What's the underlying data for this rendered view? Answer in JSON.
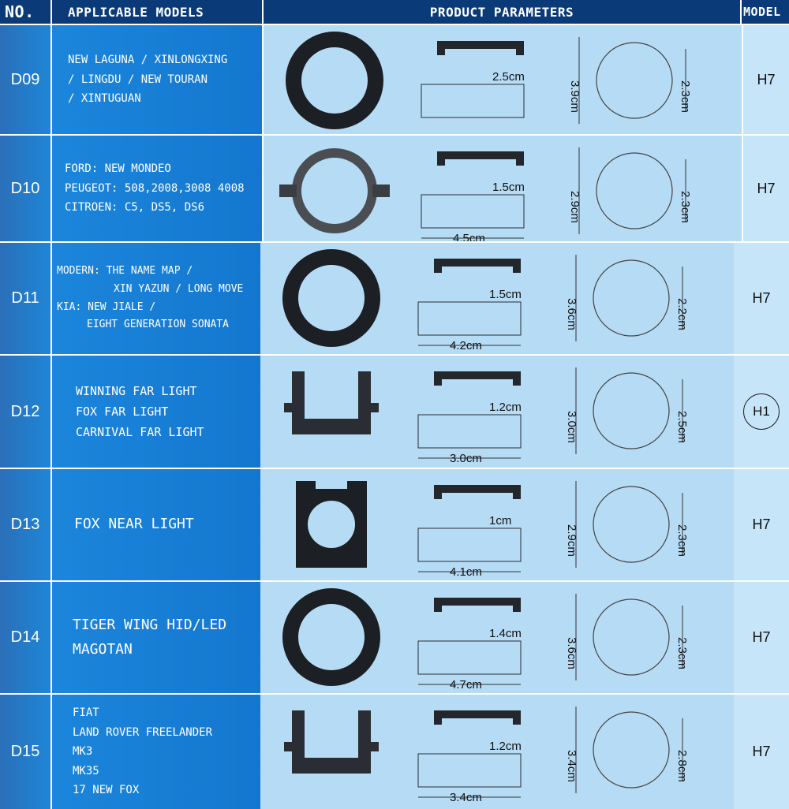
{
  "header": {
    "no": "NO.",
    "applicable_models": "APPLICABLE MODELS",
    "product_parameters": "PRODUCT PARAMETERS",
    "model": "MODEL"
  },
  "colors": {
    "header_bg": "#0a3a78",
    "models_bg": "#1b86db",
    "params_bg": "#b6dbf5"
  },
  "rows": [
    {
      "no": "D09",
      "models": [
        "NEW LAGUNA / XINLONGXING",
        "/ LINGDU / NEW TOURAN",
        "/ XINTUGUAN"
      ],
      "width": "2.5cm",
      "length": "",
      "height": "3.9cm",
      "diameter": "2.3cm",
      "model": "H7"
    },
    {
      "no": "D10",
      "models": [
        "FORD: NEW MONDEO",
        "PEUGEOT: 508,2008,3008 4008",
        "CITROEN: C5, DS5, DS6"
      ],
      "width": "1.5cm",
      "length": "4.5cm",
      "height": "2.9cm",
      "diameter": "2.3cm",
      "model": "H7"
    },
    {
      "no": "D11",
      "models": [
        "MODERN: THE NAME MAP /",
        "XIN YAZUN / LONG MOVE",
        "KIA: NEW JIALE /",
        "EIGHT GENERATION SONATA"
      ],
      "width": "1.5cm",
      "length": "4.2cm",
      "height": "3.6cm",
      "diameter": "2.2cm",
      "model": "H7"
    },
    {
      "no": "D12",
      "models": [
        "WINNING FAR LIGHT",
        "FOX FAR LIGHT",
        "CARNIVAL FAR LIGHT"
      ],
      "width": "1.2cm",
      "length": "3.0cm",
      "height": "3.0cm",
      "diameter": "2.5cm",
      "model": "H1"
    },
    {
      "no": "D13",
      "models": [
        "FOX NEAR LIGHT"
      ],
      "width": "1cm",
      "length": "4.1cm",
      "height": "2.9cm",
      "diameter": "2.3cm",
      "model": "H7"
    },
    {
      "no": "D14",
      "models": [
        "TIGER WING HID/LED",
        "MAGOTAN"
      ],
      "width": "1.4cm",
      "length": "4.7cm",
      "height": "3.6cm",
      "diameter": "2.3cm",
      "model": "H7"
    },
    {
      "no": "D15",
      "models": [
        "FIAT",
        "LAND ROVER FREELANDER",
        "MK3",
        "MK35",
        "17 NEW FOX"
      ],
      "width": "1.2cm",
      "length": "3.4cm",
      "height": "3.4cm",
      "diameter": "2.8cm",
      "model": "H7"
    }
  ]
}
